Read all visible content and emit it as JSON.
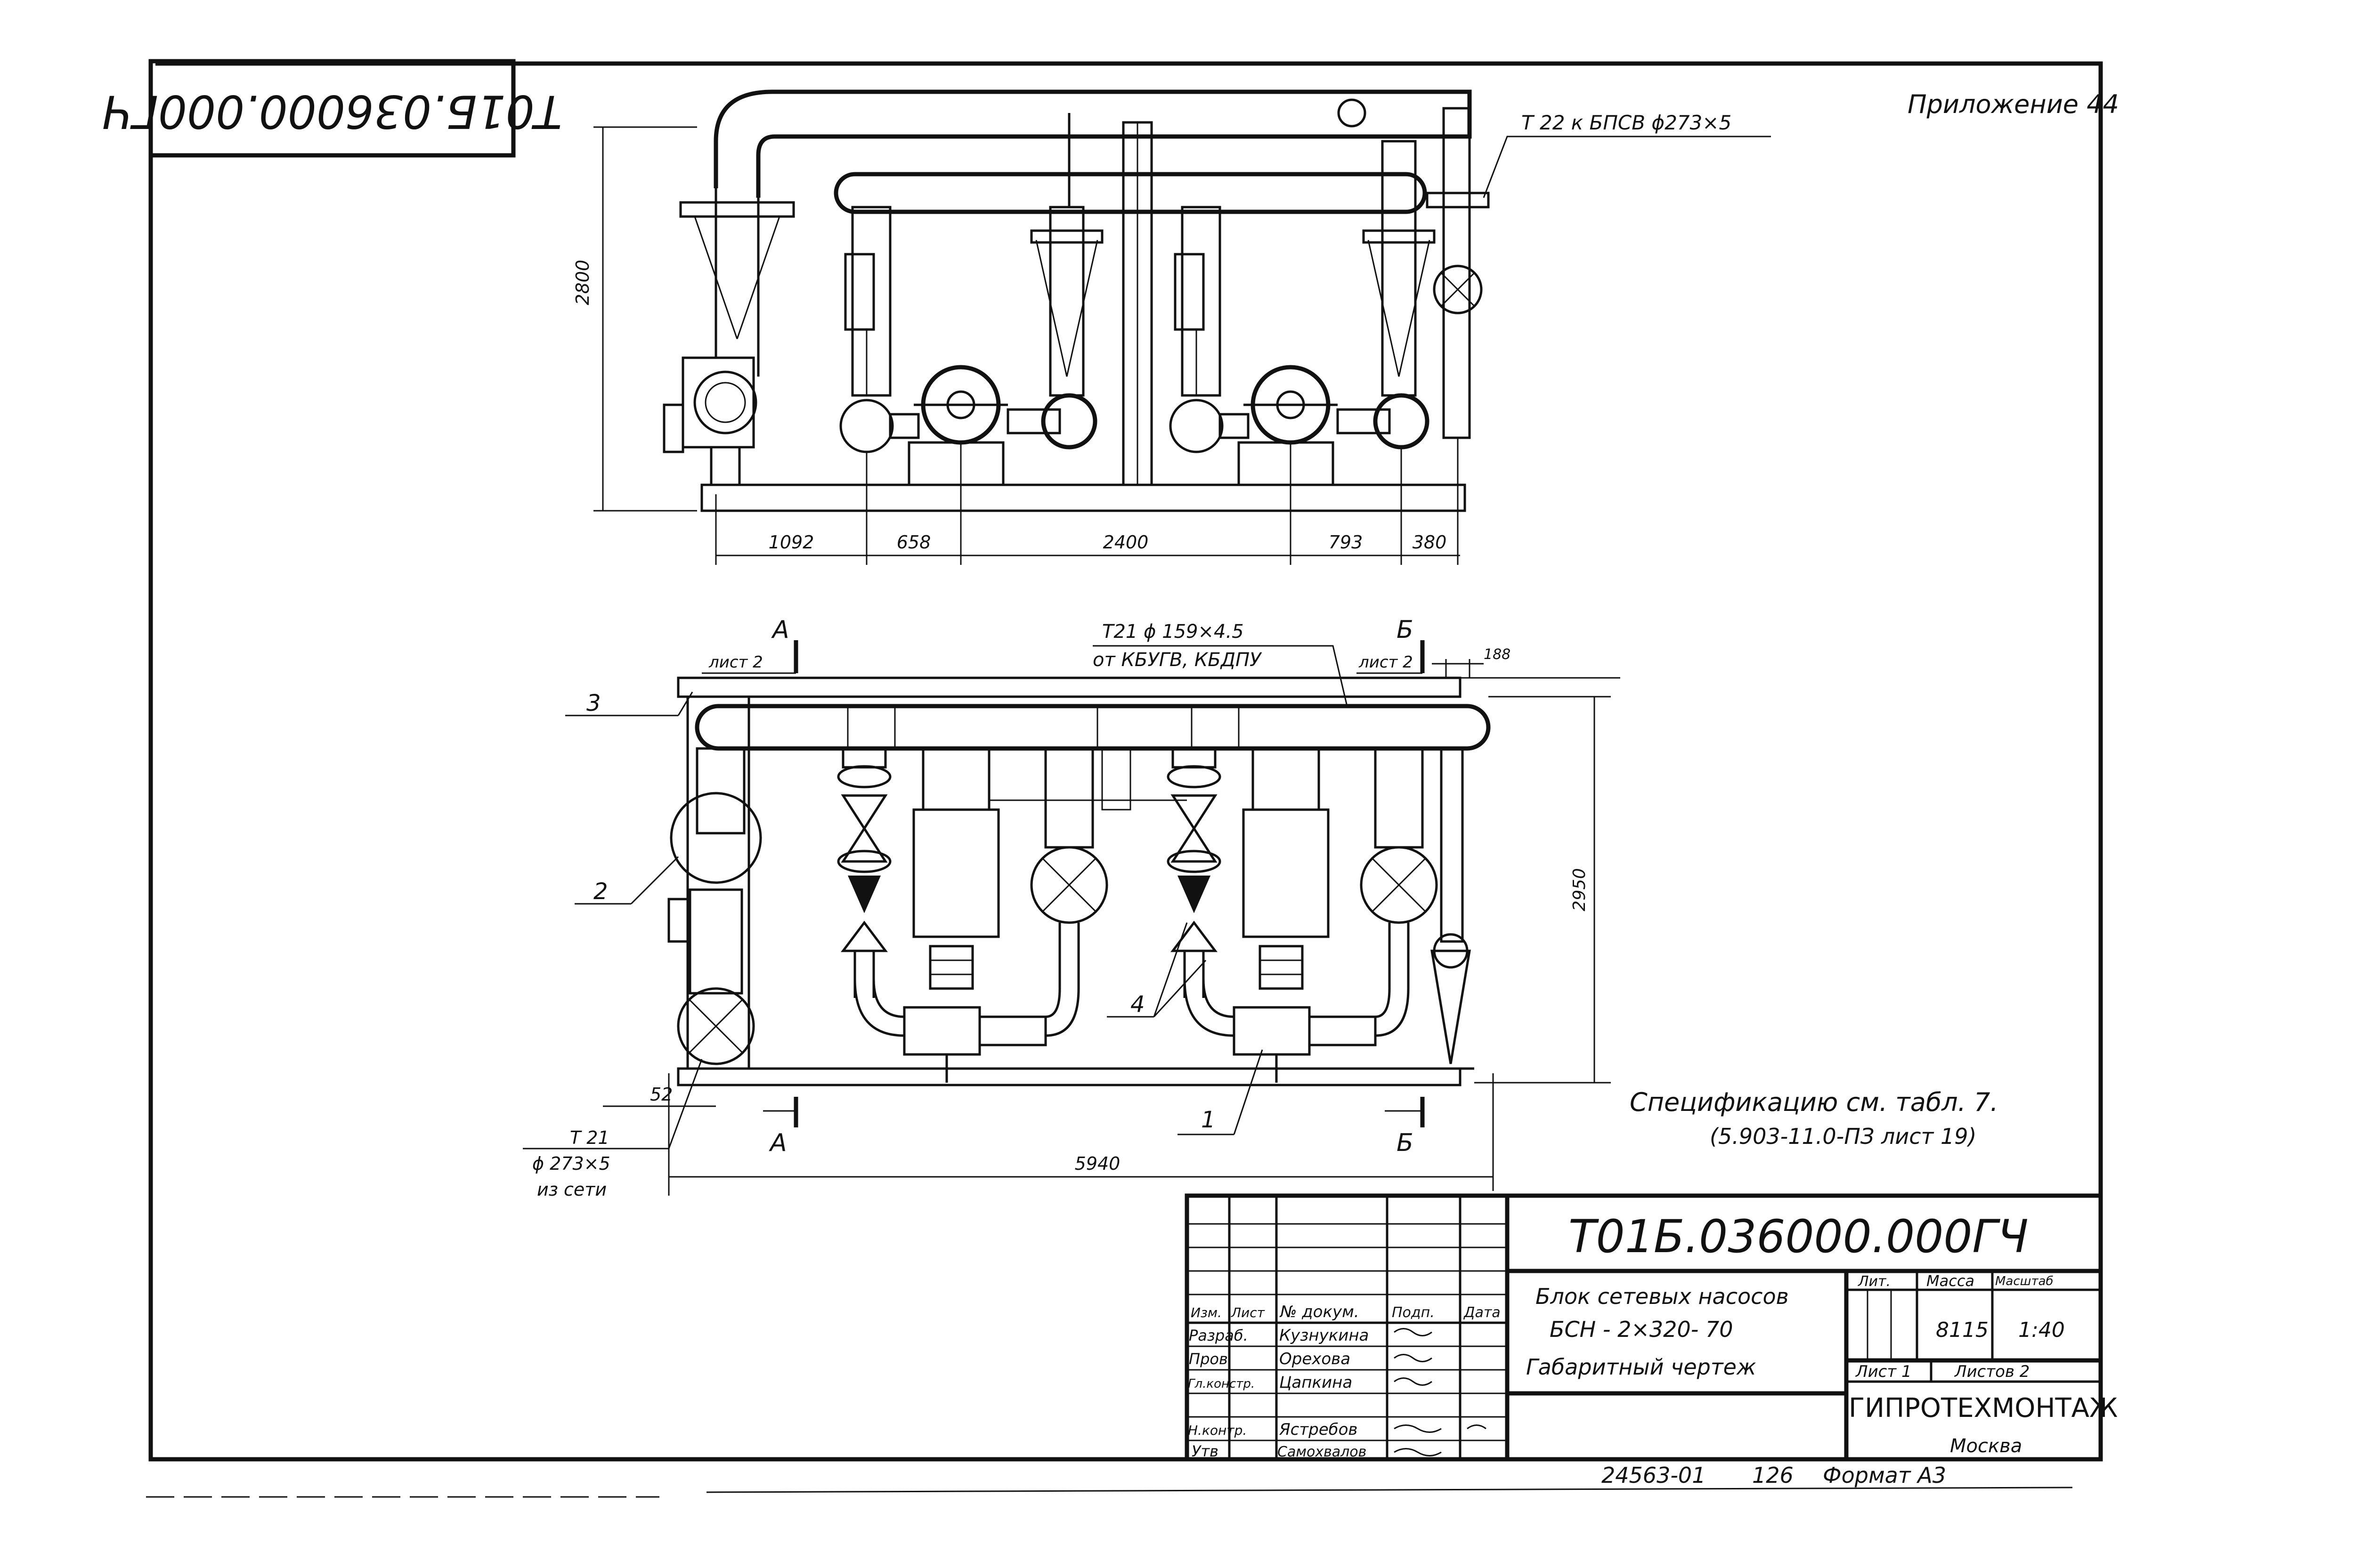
{
  "stamp_rotated": "Т01Б.036000.000ГЧ",
  "appendix": "Приложение 44",
  "front_view": {
    "label_t22": "Т 22 к БПСВ ϕ273×5",
    "height_dim": "2800",
    "dims": [
      "1092",
      "658",
      "2400",
      "793",
      "380"
    ]
  },
  "plan_view": {
    "section_a_top": "А",
    "section_a_sheet": "лист 2",
    "section_b_top": "Б",
    "section_b_sheet": "лист 2",
    "t21_top_line1": "Т21 ϕ 159×4.5",
    "t21_top_line2": "от КБУГВ, КБДПУ",
    "dim_188": "188",
    "height_dim": "2950",
    "callout_1": "1",
    "callout_2": "2",
    "callout_3": "3",
    "callout_4": "4",
    "dim_52": "52",
    "t21_bottom_line1": "Т 21",
    "t21_bottom_line2": "ϕ 273×5",
    "t21_bottom_line3": "из сети",
    "section_a_bottom": "А",
    "section_b_bottom": "Б",
    "width_dim": "5940"
  },
  "spec_note_line1": "Спецификацию см. табл. 7.",
  "spec_note_line2": "(5.903-11.0-ПЗ лист 19)",
  "title_block": {
    "code": "Т01Б.036000.000ГЧ",
    "title_line1": "Блок сетевых насосов",
    "title_line2": "БСН - 2×320- 70",
    "title_line3": "Габаритный чертеж",
    "hdr_izm": "Изм.",
    "hdr_list": "Лист",
    "hdr_ndokum": "№ докум.",
    "hdr_podp": "Подп.",
    "hdr_data": "Дата",
    "rows": [
      {
        "role": "Разраб.",
        "name": "Кузнукина"
      },
      {
        "role": "Пров",
        "name": "Орехова"
      },
      {
        "role": "Гл.констр.",
        "name": "Цапкина"
      },
      {
        "role": "Н.контр.",
        "name": "Ястребов"
      },
      {
        "role": "Утв",
        "name": "Самохвалов"
      }
    ],
    "lit_label": "Лит.",
    "mass_label": "Масса",
    "scale_label": "Масштаб",
    "mass_value": "8115",
    "scale_value": "1:40",
    "sheet_label": "Лист 1",
    "sheets_label": "Листов 2",
    "org": "ГИПРОТЕХМОНТАЖ",
    "city": "Москва"
  },
  "footer_number": "24563-01",
  "footer_sheet": "126",
  "footer_format": "Формат А3"
}
